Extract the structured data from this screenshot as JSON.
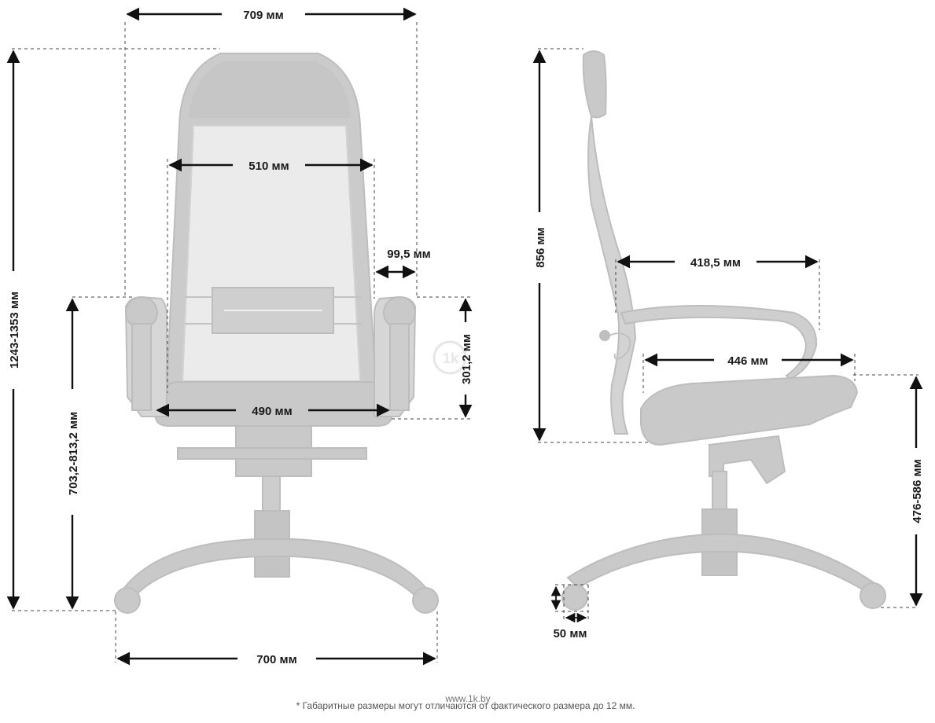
{
  "colors": {
    "chair": "#c9c9c9",
    "chair_light": "#e4e4e4",
    "mesh": "#ebebeb",
    "line": "#111111",
    "dash": "#444444"
  },
  "front_view": {
    "overall_width": "709 мм",
    "back_width": "510 мм",
    "armrest_offset": "99,5 мм",
    "seat_width": "490 мм",
    "base_width": "700 мм",
    "overall_height": "1243-1353 мм",
    "armrest_height": "703,2-813,2 мм",
    "armrest_above_seat": "301,2 мм"
  },
  "side_view": {
    "back_height": "856 мм",
    "back_depth": "418,5 мм",
    "seat_depth": "446 мм",
    "seat_height": "476-586 мм",
    "caster_size": "50 мм"
  },
  "footnote": "* Габаритные размеры могут отличаются от фактического размера до 12 мм.",
  "watermark": "www.1k.by"
}
